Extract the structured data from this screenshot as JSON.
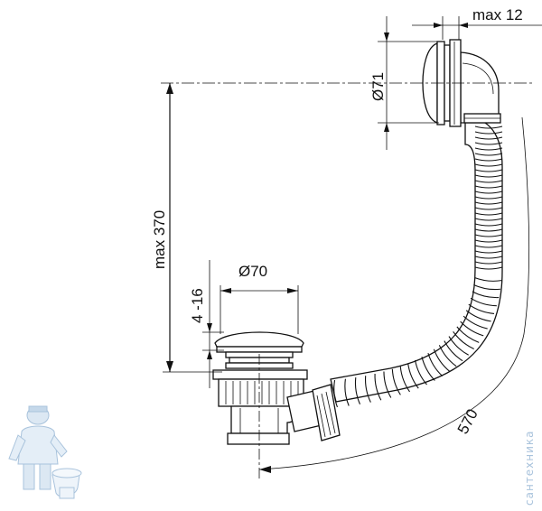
{
  "dimensions": {
    "overflow_depth": "max 12",
    "overflow_diameter": "Ø71",
    "height": "max 370",
    "waste_adjust": "4 -16",
    "waste_diameter": "Ø70",
    "length": "570"
  },
  "watermark": {
    "text": "сантехника"
  },
  "colors": {
    "line": "#111111",
    "watermark": "#a9c3dc"
  },
  "icons": [
    "plumber-mascot-icon"
  ]
}
